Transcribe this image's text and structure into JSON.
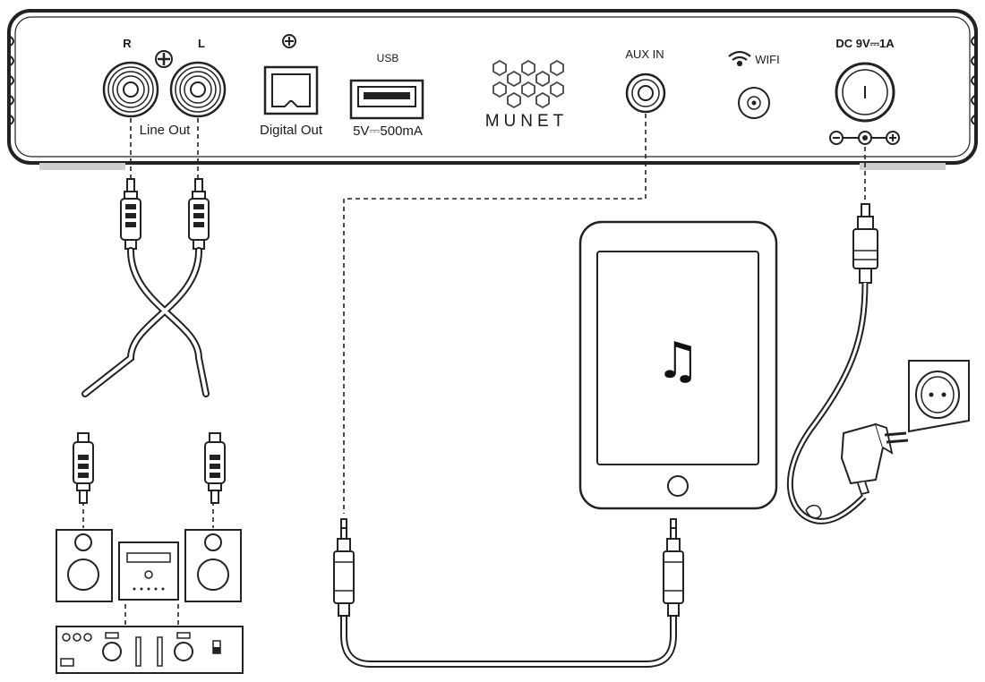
{
  "panel": {
    "channel_r": "R",
    "channel_l": "L",
    "line_out": "Line Out",
    "digital_out": "Digital Out",
    "usb_title": "USB",
    "usb_rating": "5V⎓500mA",
    "brand": "MUNET",
    "aux_in": "AUX IN",
    "wifi": "WIFI",
    "dc_rating": "DC 9V⎓1A"
  },
  "devices": {
    "tablet_screen_icon": "♫"
  }
}
